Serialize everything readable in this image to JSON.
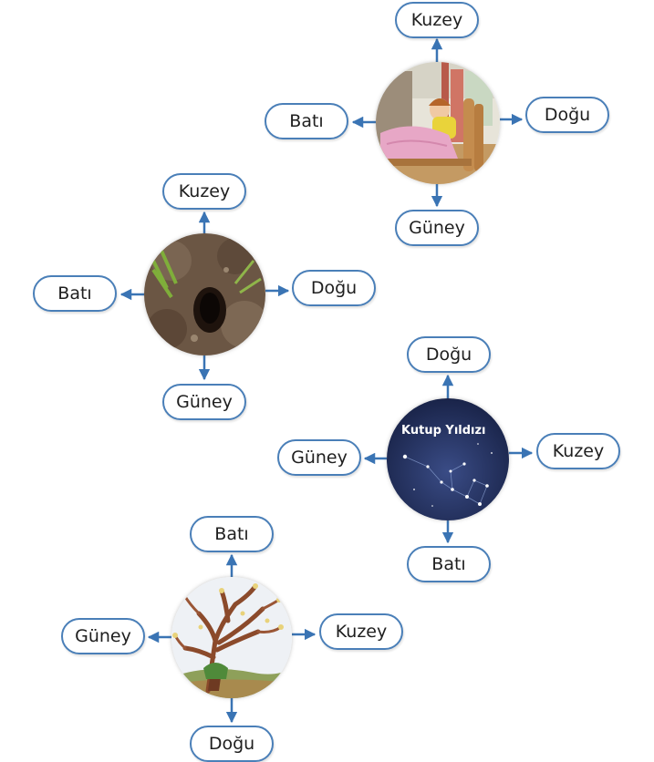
{
  "colors": {
    "arrow": "#3a74b4",
    "box_border": "#4a7fb8"
  },
  "groups": [
    {
      "id": "bedroom",
      "image": "child-sleeping-in-bed-image",
      "top": "Kuzey",
      "left": "Batı",
      "right": "Doğu",
      "bottom": "Güney"
    },
    {
      "id": "burrow",
      "image": "animal-burrow-hole-image",
      "top": "Kuzey",
      "left": "Batı",
      "right": "Doğu",
      "bottom": "Güney"
    },
    {
      "id": "polaris",
      "image": "night-sky-constellation-image",
      "image_label": "Kutup Yıldızı",
      "top": "Doğu",
      "left": "Güney",
      "right": "Kuzey",
      "bottom": "Batı"
    },
    {
      "id": "tree",
      "image": "tree-image",
      "top": "Batı",
      "left": "Güney",
      "right": "Kuzey",
      "bottom": "Doğu"
    }
  ]
}
